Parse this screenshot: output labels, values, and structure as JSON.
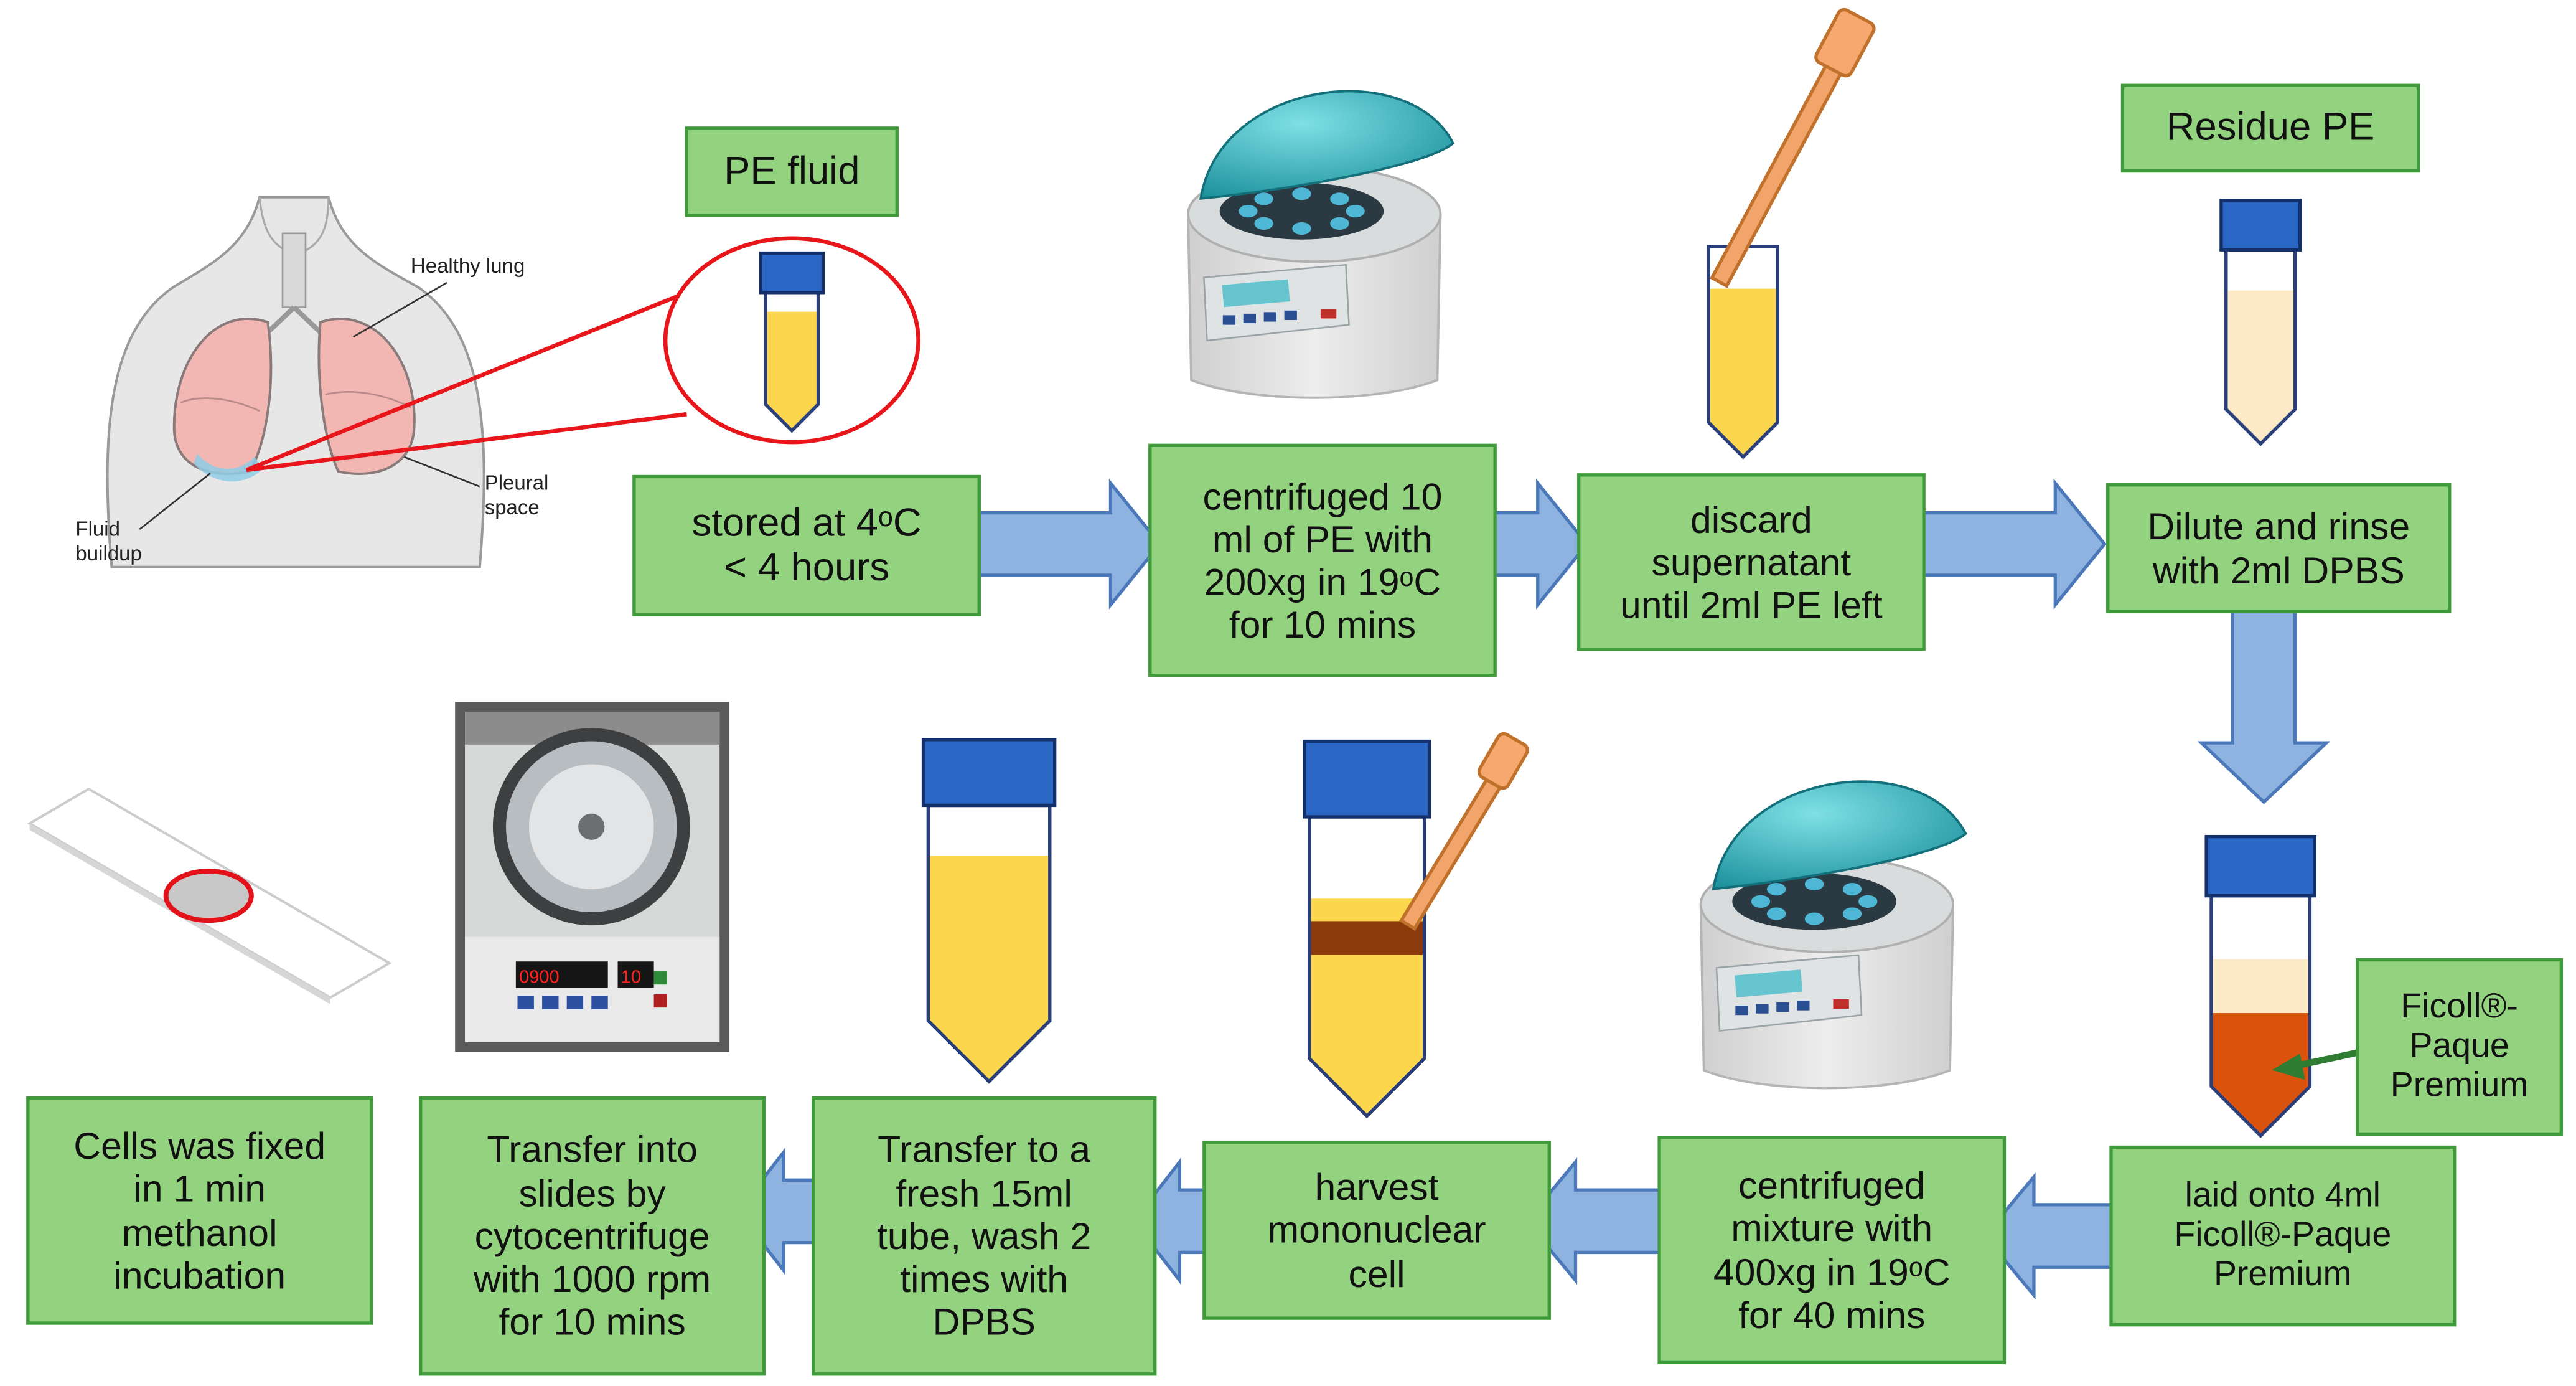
{
  "colors": {
    "box_fill": "#93d27f",
    "box_border": "#3f9a3a",
    "arrow_fill": "#8fb3e0",
    "arrow_border": "#4a78b8",
    "cap_blue": "#2a66c4",
    "pe_yellow": "#fcd64c",
    "residue_cream": "#fcebc6",
    "ficoll_orange": "#d9530f",
    "mononuclear_brown": "#8b3a0c",
    "circle_red": "#e8161a"
  },
  "anatomy": {
    "healthy_lung": "Healthy lung",
    "pleural_space": "Pleural\nspace",
    "fluid_buildup": "Fluid\nbuildup"
  },
  "labels": {
    "pe_fluid": "PE fluid",
    "residue_pe": "Residue PE"
  },
  "steps": {
    "stored": "stored at 4ᵒC\n< 4 hours",
    "centrifuged_pe": "centrifuged 10\nml of PE with\n200xg in 19ᵒC\nfor 10 mins",
    "discard": "discard\nsupernatant\nuntil 2ml PE left",
    "dilute": "Dilute and rinse\nwith 2ml DPBS",
    "ficoll_label": "Ficoll®-\nPaque\nPremium",
    "laid_onto": "laid onto 4ml\nFicoll®-Paque\nPremium",
    "centrifuged_mixture": "centrifuged\nmixture with\n400xg in 19ᵒC\nfor 40 mins",
    "harvest": "harvest\nmononuclear\ncell",
    "transfer_tube": "Transfer to a\nfresh 15ml\ntube, wash 2\ntimes with\nDPBS",
    "transfer_slides": "Transfer into\nslides by\ncytocentrifuge\nwith 1000 rpm\nfor 10 mins",
    "fixed": "Cells was fixed\nin 1 min\nmethanol\nincubation"
  },
  "cytocentrifuge_display": {
    "time": "0900",
    "value": "10"
  },
  "icons": [
    "lung-illustration-icon",
    "centrifuge-icon",
    "cytocentrifuge-photo-icon",
    "pipette-icon",
    "test-tube-icon",
    "microscope-slide-icon"
  ]
}
